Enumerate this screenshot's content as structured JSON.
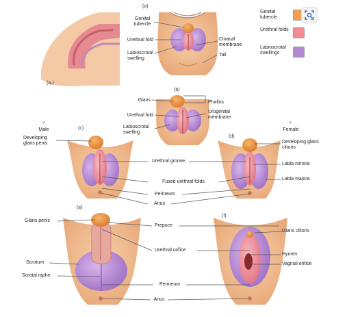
{
  "legend": {
    "items": [
      {
        "label": "Genital tubercle",
        "color": "#f2a055"
      },
      {
        "label": "Urethral folds",
        "color": "#f28b96"
      },
      {
        "label": "Labioscrotal swellings",
        "color": "#b38ad2"
      }
    ]
  },
  "panels": {
    "a": "(a)",
    "a1": "(a₁)",
    "b": "(b)",
    "c": "(c)",
    "d": "(d)",
    "e": "(e)",
    "f": "(f)"
  },
  "sex": {
    "male_symbol": "♂",
    "male": "Male",
    "female_symbol": "♀",
    "female": "Female"
  },
  "labels": {
    "genital_tubercle": "Genital tubercle",
    "urethral_fold_a": "Urethral fold",
    "labioscrotal_swelling_a": "Labioscrotal swelling",
    "cloacal_membrane": "Cloacal membrane",
    "tail": "Tail",
    "glans": "Glans",
    "urethral_fold_b": "Urethral fold",
    "labioscrotal_swelling_b": "Labioscrotal swelling",
    "phallus": "Phallus",
    "urogenital_membrane": "Urogenital membrane",
    "developing_glans_penis": "Developing glans penis",
    "urethral_groove": "Urethral groove",
    "fused_urethral_folds": "Fused urethral folds",
    "perineum_1": "Perineum",
    "anus_1": "Anus",
    "developing_glans_clitoris": "Developing glans clitoris",
    "labia_minora": "Labia minora",
    "labia_majora": "Labia majora",
    "glans_penis": "Glans penis",
    "prepuce": "Prepuce",
    "urethral_orifice": "Urethral orifice",
    "scrotum": "Scrotum",
    "scrotal_raphe": "Scrotal raphe",
    "perineum_2": "Perineum",
    "anus_2": "Anus",
    "glans_clitoris": "Glans clitoris",
    "hymen": "Hymen",
    "vaginal_orifice": "Vaginal orifice"
  },
  "overlay": {
    "icon": "lens-search-icon"
  }
}
